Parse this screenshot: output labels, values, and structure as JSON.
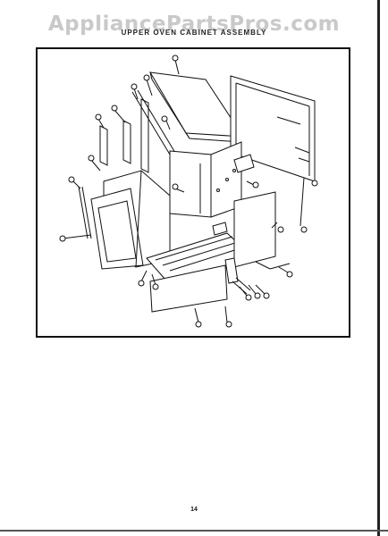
{
  "watermark": "AppliancePartsPros.com",
  "title": "UPPER OVEN CABINET ASSEMBLY",
  "page_number": "14",
  "colors": {
    "line": "#111111",
    "watermark": "#c9c9c9",
    "background": "#ffffff"
  }
}
